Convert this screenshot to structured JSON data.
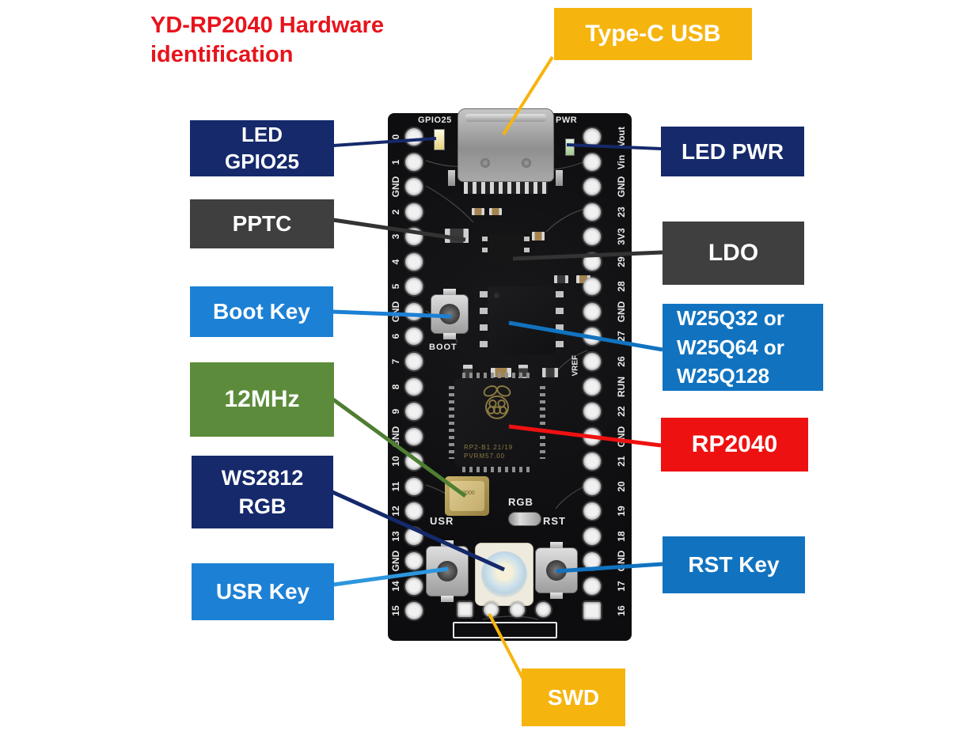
{
  "title": {
    "line1": "YD-RP2040 Hardware",
    "line2": "identification",
    "color": "#E8131C"
  },
  "colors": {
    "background": "#FFFFFF",
    "board": "#0D0D0F"
  },
  "callouts": {
    "type_c_usb": {
      "text": "Type-C USB",
      "bg": "#F6B40E",
      "line": "#F6B40E"
    },
    "led_gpio25": {
      "line1": "LED",
      "line2": "GPIO25",
      "bg": "#15296B",
      "line": "#15296B"
    },
    "led_pwr": {
      "text": "LED PWR",
      "bg": "#15296B",
      "line": "#15296B"
    },
    "pptc": {
      "text": "PPTC",
      "bg": "#3F3F3F",
      "line": "#333333"
    },
    "ldo": {
      "text": "LDO",
      "bg": "#3F3F3F",
      "line": "#333333"
    },
    "boot_key": {
      "text": "Boot Key",
      "bg": "#1C80D4",
      "line": "#1C80D4"
    },
    "flash": {
      "line1": "W25Q32 or",
      "line2": "W25Q64 or",
      "line3": "W25Q128",
      "bg": "#1173C0",
      "line": "#1173C0"
    },
    "crystal": {
      "text": "12MHz",
      "bg": "#5C8C3B",
      "line": "#4E7E32"
    },
    "rp2040": {
      "text": "RP2040",
      "bg": "#EE1111",
      "line": "#EE1111"
    },
    "ws2812": {
      "line1": "WS2812",
      "line2": "RGB",
      "bg": "#15296B",
      "line": "#15296B"
    },
    "rst_key": {
      "text": "RST Key",
      "bg": "#1173C0",
      "line": "#1173C0"
    },
    "usr_key": {
      "text": "USR Key",
      "bg": "#1C80D4",
      "line": "#2E96DE"
    },
    "swd": {
      "text": "SWD",
      "bg": "#F6B40E",
      "line": "#F6B40E"
    }
  },
  "board": {
    "silkscreen": {
      "gpio25": "GPIO25",
      "pwr": "PWR",
      "boot": "BOOT",
      "usr": "USR",
      "rst": "RST",
      "rgb": "RGB",
      "vref": "VREF"
    },
    "left_pins": [
      "0",
      "1",
      "GND",
      "2",
      "3",
      "4",
      "5",
      "GND",
      "6",
      "7",
      "8",
      "9",
      "GND",
      "10",
      "11",
      "12",
      "13",
      "GND",
      "14",
      "15"
    ],
    "right_pins": [
      "Vout",
      "Vin",
      "GND",
      "23",
      "3V3",
      "29",
      "28",
      "GND",
      "27",
      "26",
      "RUN",
      "22",
      "GND",
      "21",
      "20",
      "19",
      "18",
      "GND",
      "17",
      "16"
    ],
    "rp2040_marking": {
      "line1": "RP2-B1 21/19",
      "line2": "PVRM57.00"
    },
    "crystal_marking": "12000"
  }
}
